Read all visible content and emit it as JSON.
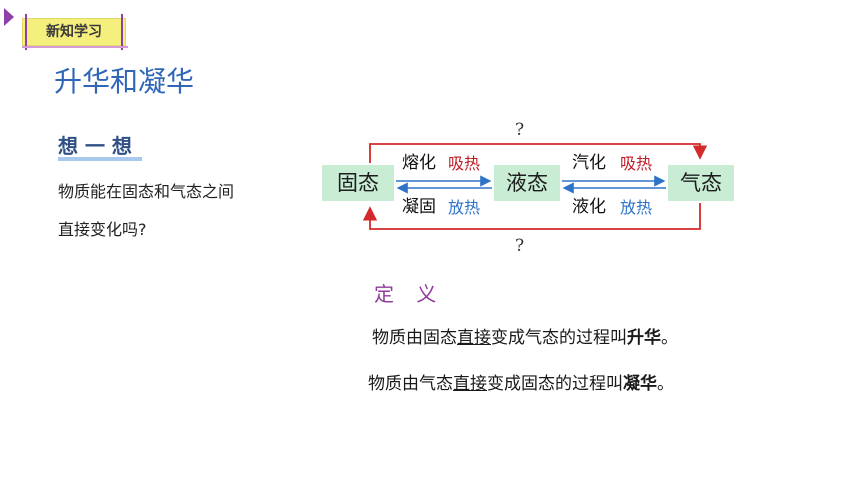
{
  "badge": {
    "label": "新知学习"
  },
  "lesson": {
    "title": "升华和凝华"
  },
  "think": {
    "label": "想 一 想",
    "question_line1": "物质能在固态和气态之间",
    "question_line2": "直接变化吗?"
  },
  "diagram": {
    "states": {
      "solid": "固态",
      "liquid": "液态",
      "gas": "气态"
    },
    "melting": {
      "name": "熔化",
      "heat": "吸热"
    },
    "solidifying": {
      "name": "凝固",
      "heat": "放热"
    },
    "vaporizing": {
      "name": "汽化",
      "heat": "吸热"
    },
    "liquefying": {
      "name": "液化",
      "heat": "放热"
    },
    "top_question": "?",
    "bottom_question": "?",
    "colors": {
      "box": "#c9ecd5",
      "forward_arrow": "#d52a2a",
      "backward_arrow": "#2e73c8",
      "absorb": "#c11b24",
      "release": "#2e73c8"
    }
  },
  "definition": {
    "title": "定 义",
    "line1": {
      "prefix": "物质由固态",
      "underlined": "直接",
      "middle": "变成气态的过程叫",
      "term": "升华",
      "suffix": "。"
    },
    "line2": {
      "prefix": "物质由气态",
      "underlined": "直接",
      "middle": "变成固态的过程叫",
      "term": "凝华",
      "suffix": "。"
    }
  }
}
